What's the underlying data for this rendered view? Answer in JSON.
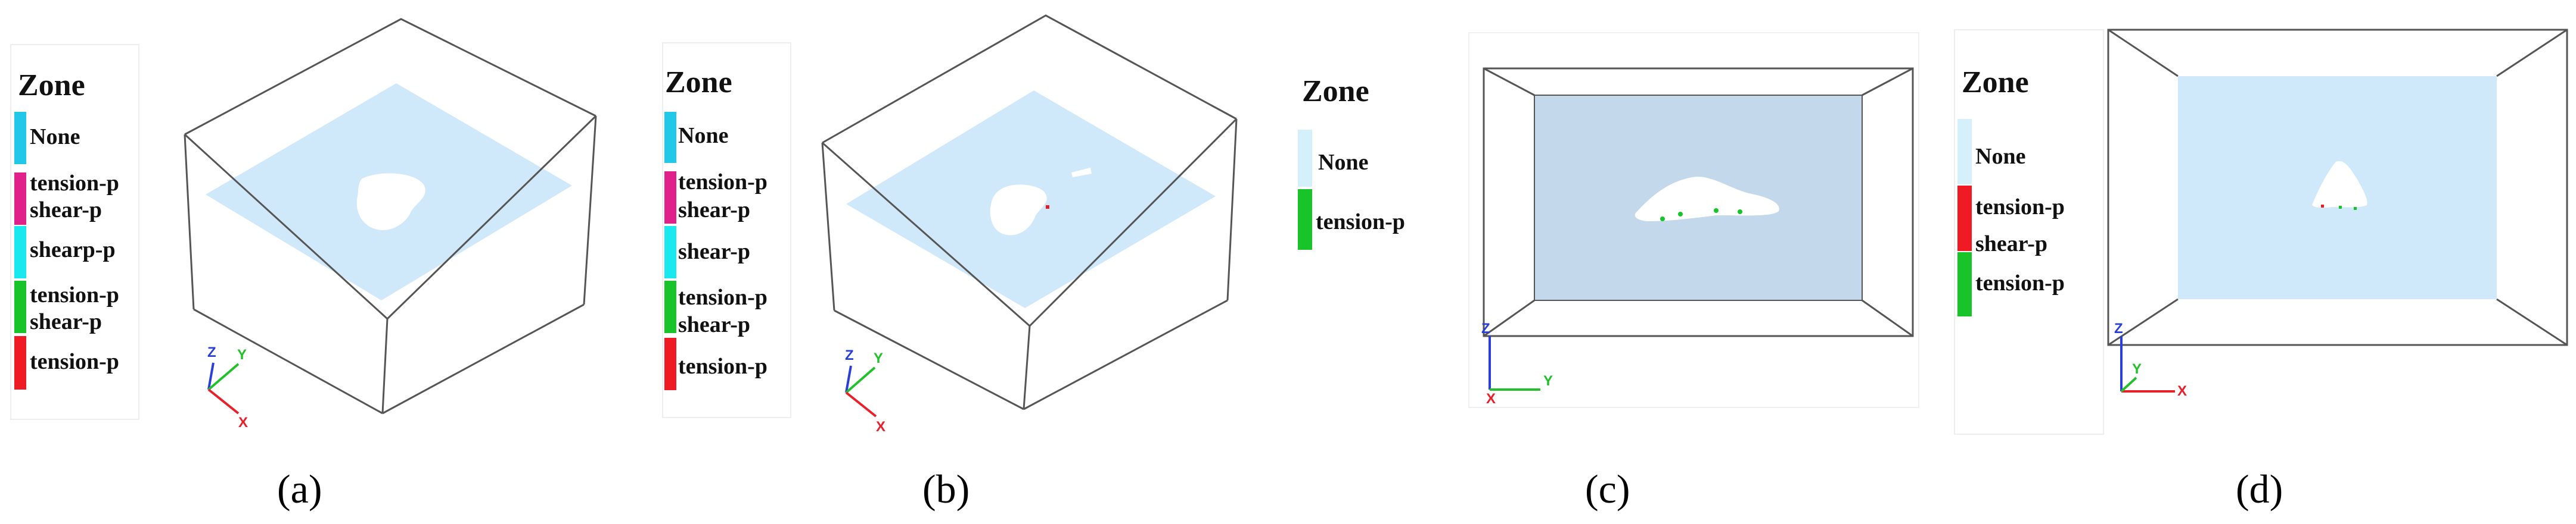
{
  "colors": {
    "none_cyan": "#21c8e8",
    "tension_shear_magenta": "#e0218a",
    "shear_cyan": "#19e8ef",
    "tension_shear_green": "#19c32a",
    "tension_red": "#ee1b24",
    "none_pale": "#d4f1fb",
    "plane_light_blue": "#cfe9fa",
    "plane_steel_blue": "#c3d8ea",
    "hole_white": "#ffffff",
    "axis_x": "#e8202a",
    "axis_y": "#22c02a",
    "axis_z": "#2a3fd8"
  },
  "panels": [
    {
      "caption": "(a)",
      "legend": {
        "title": "Zone",
        "items": [
          {
            "lines": [
              "None"
            ],
            "color": "#21c8e8"
          },
          {
            "lines": [
              "tension-p",
              "shear-p"
            ],
            "color": "#e0218a"
          },
          {
            "lines": [
              "shearp-p"
            ],
            "color": "#19e8ef"
          },
          {
            "lines": [
              "tension-p",
              "shear-p"
            ],
            "color": "#19c32a"
          },
          {
            "lines": [
              "tension-p"
            ],
            "color": "#ee1b24"
          }
        ]
      },
      "axes": {
        "x": "X",
        "y": "Y",
        "z": "Z"
      }
    },
    {
      "caption": "(b)",
      "legend": {
        "title": "Zone",
        "items": [
          {
            "lines": [
              "None"
            ],
            "color": "#21c8e8"
          },
          {
            "lines": [
              "tension-p",
              "shear-p"
            ],
            "color": "#e0218a"
          },
          {
            "lines": [
              "shear-p"
            ],
            "color": "#19e8ef"
          },
          {
            "lines": [
              "tension-p",
              "shear-p"
            ],
            "color": "#19c32a"
          },
          {
            "lines": [
              "tension-p"
            ],
            "color": "#ee1b24"
          }
        ]
      },
      "axes": {
        "x": "X",
        "y": "Y",
        "z": "Z"
      }
    },
    {
      "caption": "(c)",
      "legend": {
        "title": "Zone",
        "items": [
          {
            "lines": [
              "None"
            ],
            "color": "#d4f1fb"
          },
          {
            "lines": [
              "tension-p"
            ],
            "color": "#19c32a"
          }
        ]
      },
      "axes": {
        "x": "X",
        "y": "Y",
        "z": "Z"
      }
    },
    {
      "caption": "(d)",
      "legend": {
        "title": "Zone",
        "items": [
          {
            "lines": [
              "None"
            ],
            "color": "#d4f1fb"
          },
          {
            "lines": [
              "tension-p",
              "shear-p"
            ],
            "color": "#ee1b24"
          },
          {
            "lines": [
              "tension-p"
            ],
            "color": "#19c32a"
          }
        ]
      },
      "axes": {
        "x": "X",
        "y": "Y",
        "z": "Z"
      }
    }
  ]
}
